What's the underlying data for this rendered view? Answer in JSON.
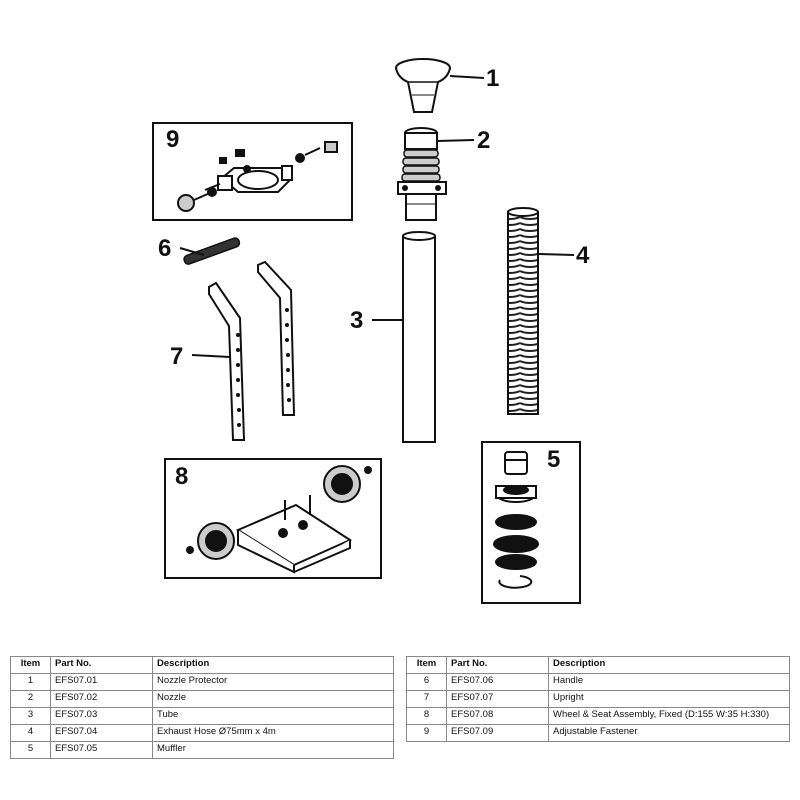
{
  "callouts": {
    "c1": "1",
    "c2": "2",
    "c3": "3",
    "c4": "4",
    "c5": "5",
    "c6": "6",
    "c7": "7",
    "c8": "8",
    "c9": "9"
  },
  "table_headers": {
    "item": "Item",
    "part_no": "Part No.",
    "description": "Description"
  },
  "parts_left": [
    {
      "item": "1",
      "part_no": "EFS07.01",
      "description": "Nozzle Protector"
    },
    {
      "item": "2",
      "part_no": "EFS07.02",
      "description": "Nozzle"
    },
    {
      "item": "3",
      "part_no": "EFS07.03",
      "description": "Tube"
    },
    {
      "item": "4",
      "part_no": "EFS07.04",
      "description": "Exhaust Hose Ø75mm x 4m"
    },
    {
      "item": "5",
      "part_no": "EFS07.05",
      "description": "Muffler"
    }
  ],
  "parts_right": [
    {
      "item": "6",
      "part_no": "EFS07.06",
      "description": "Handle"
    },
    {
      "item": "7",
      "part_no": "EFS07.07",
      "description": "Upright"
    },
    {
      "item": "8",
      "part_no": "EFS07.08",
      "description": "Wheel & Seat Assembly, Fixed (D:155 W:35 H:330)"
    },
    {
      "item": "9",
      "part_no": "EFS07.09",
      "description": "Adjustable Fastener"
    }
  ]
}
